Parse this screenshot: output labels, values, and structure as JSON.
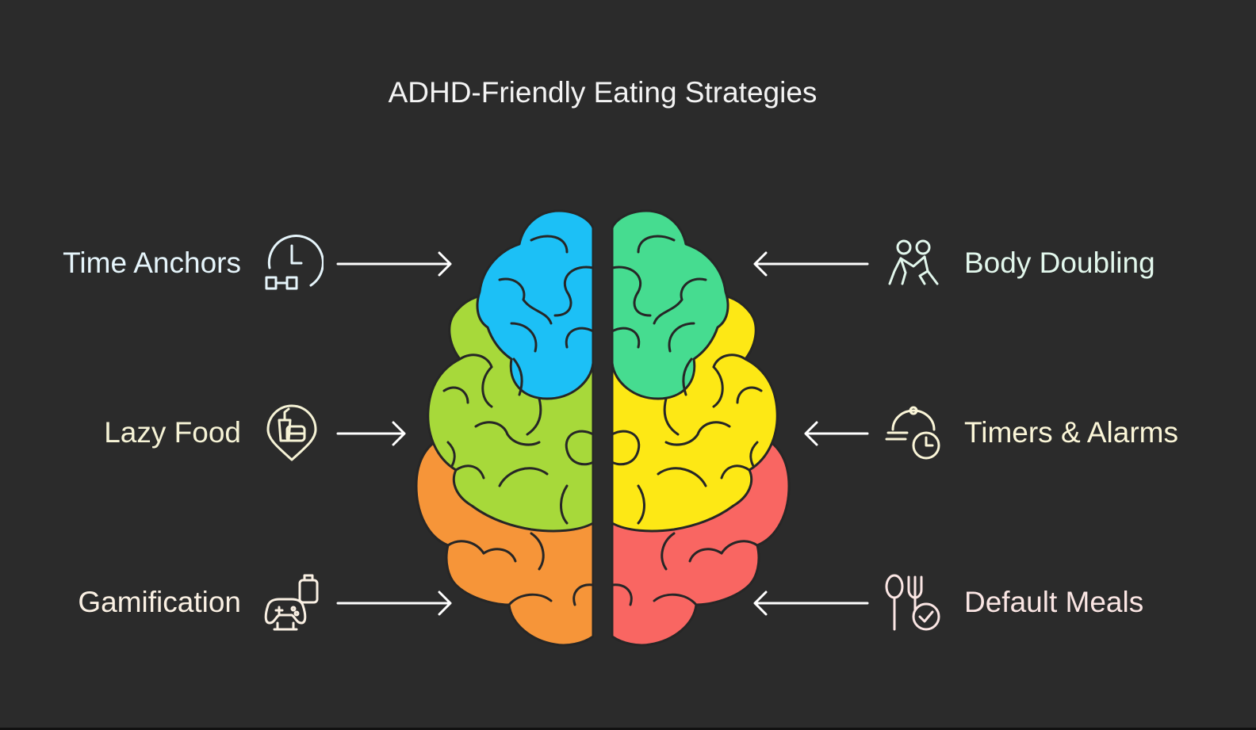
{
  "title": "ADHD-Friendly Eating Strategies",
  "colors": {
    "background": "#2b2b2b",
    "outline": "#262626",
    "blue": "#1cc0f6",
    "teal": "#46dc90",
    "green": "#a7d93a",
    "yellow": "#fde815",
    "orange": "#f69539",
    "red": "#f96662"
  },
  "strategies": {
    "left": [
      {
        "label": "Time Anchors",
        "icon": "clock-blocks-icon",
        "text_color": "#e6f5fb",
        "brain_region": "blue"
      },
      {
        "label": "Lazy Food",
        "icon": "food-location-pin-icon",
        "text_color": "#f6f3d6",
        "brain_region": "green"
      },
      {
        "label": "Gamification",
        "icon": "game-controller-icon",
        "text_color": "#faf0e3",
        "brain_region": "orange"
      }
    ],
    "right": [
      {
        "label": "Body Doubling",
        "icon": "two-people-icon",
        "text_color": "#e2f7ec",
        "brain_region": "teal"
      },
      {
        "label": "Timers & Alarms",
        "icon": "cloche-timer-icon",
        "text_color": "#fbf6d8",
        "brain_region": "yellow"
      },
      {
        "label": "Default Meals",
        "icon": "utensils-check-icon",
        "text_color": "#fbe6e4",
        "brain_region": "red"
      }
    ]
  }
}
